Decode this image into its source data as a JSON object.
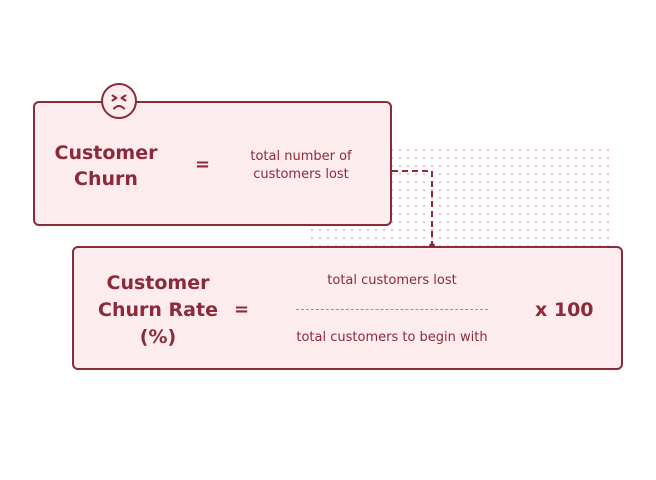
{
  "top_box": {
    "term": "Customer Churn",
    "equals": "=",
    "definition": "total number of customers lost"
  },
  "bottom_box": {
    "term": "Customer Churn Rate (%)",
    "equals": "=",
    "numerator": "total customers lost",
    "denominator": "total customers to begin with",
    "multiplier": "x 100"
  },
  "icons": {
    "face": "frowning-face-icon"
  },
  "colors": {
    "accent": "#8a2a3a",
    "card_fill": "#fdeced",
    "fraction_line": "#e8707e",
    "dots": "#f2b8c0"
  }
}
